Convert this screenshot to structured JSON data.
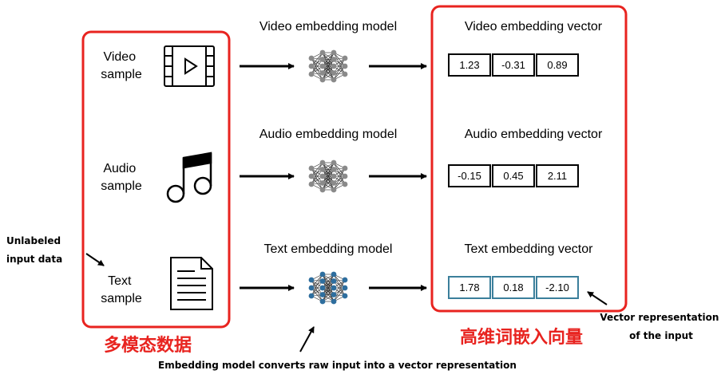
{
  "inputs": [
    {
      "line1": "Video",
      "line2": "sample",
      "icon": "video-film-icon"
    },
    {
      "line1": "Audio",
      "line2": "sample",
      "icon": "music-note-icon"
    },
    {
      "line1": "Text",
      "line2": "sample",
      "icon": "document-icon"
    }
  ],
  "models": [
    {
      "label": "Video embedding model"
    },
    {
      "label": "Audio embedding model"
    },
    {
      "label": "Text embedding model"
    }
  ],
  "vectors": [
    {
      "label": "Video embedding vector",
      "values": [
        "1.23",
        "-0.31",
        "0.89"
      ]
    },
    {
      "label": "Audio embedding vector",
      "values": [
        "-0.15",
        "0.45",
        "2.11"
      ]
    },
    {
      "label": "Text embedding vector",
      "values": [
        "1.78",
        "0.18",
        "-2.10"
      ]
    }
  ],
  "annotations": {
    "unlabeled_line1": "Unlabeled",
    "unlabeled_line2": "input data",
    "vector_rep_line1": "Vector representation",
    "vector_rep_line2": "of the input",
    "model_caption": "Embedding model converts raw input into a vector representation",
    "multimodal_title": "多模态数据",
    "vector_title": "高维词嵌入向量"
  },
  "colors": {
    "frame": "#e8231f",
    "title_red": "#e8231f",
    "gray_node": "#8a8a8a",
    "blue_node": "#2e6e9e",
    "text_vector_border": "#3b7f9b"
  }
}
